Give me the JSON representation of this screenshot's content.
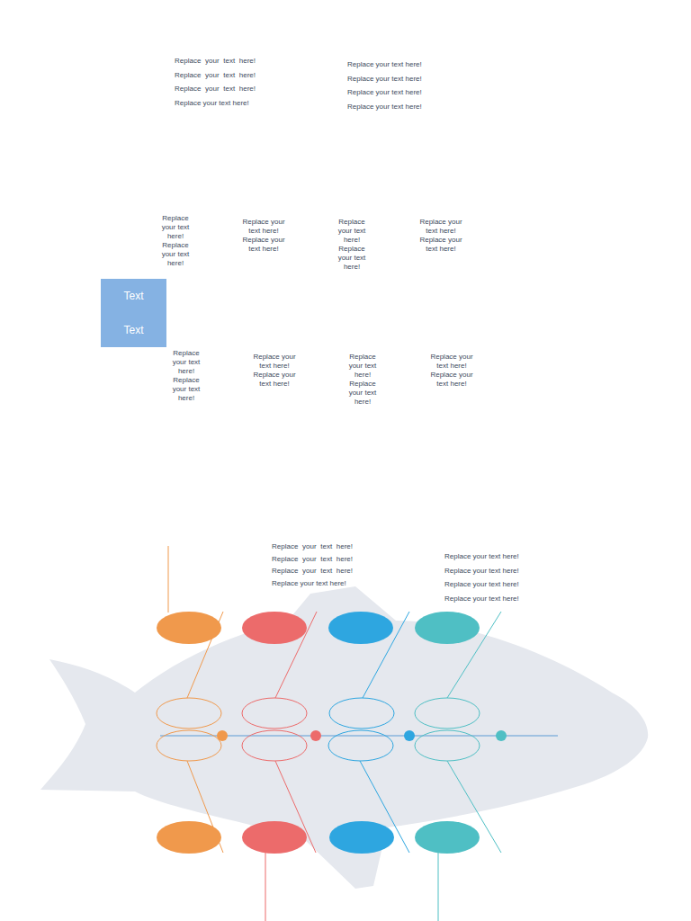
{
  "diagram": {
    "nodes": [
      {
        "text": [
          "Text",
          "Text"
        ]
      }
    ],
    "labels": [
      "Replace your text here! Replace your text here! Replace your text here! Replace your text here!",
      "Replace your text here! Replace your text here! Replace your text here! Replace your text here!",
      "Replace your text here! Replace your text here!",
      "Replace your text here! Replace your text here!",
      "Replace your text here! Replace your text here!",
      "Replace your text here! Replace your text here!",
      "Replace your text here! Replace your text here!",
      "Replace your text here! Replace your text here!",
      "Replace your text here! Replace your text here!",
      "Replace your text here! Replace your text here!",
      "Replace your text here! Replace your text here! Replace your text here! Replace your text here!",
      "Replace your text here! Replace your text here! Replace your text here! Replace your text here!"
    ]
  }
}
